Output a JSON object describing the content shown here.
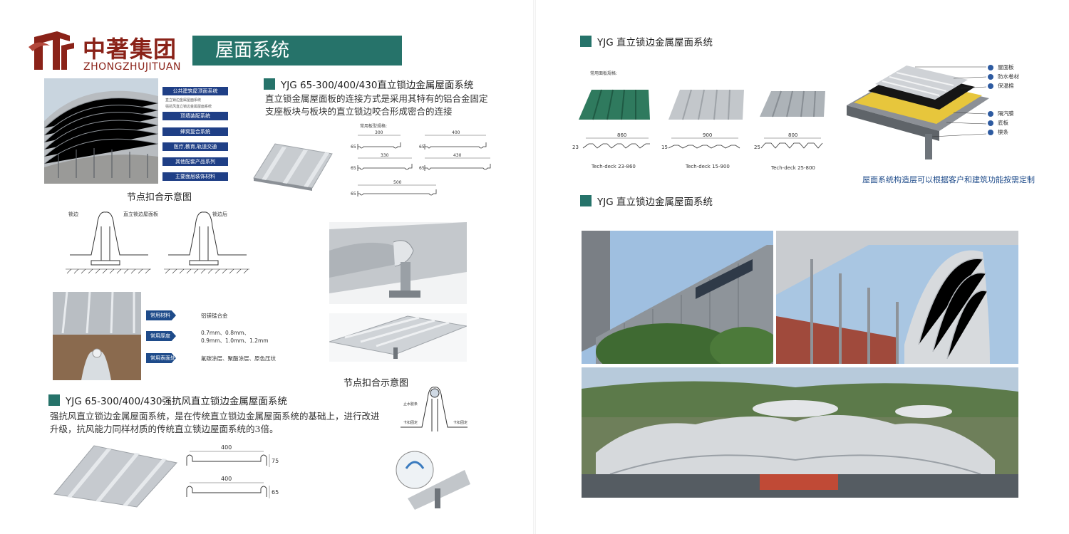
{
  "brand": {
    "name_cn": "中著集团",
    "name_en": "ZHONGZHUJITUAN"
  },
  "page_title": "屋面系统",
  "public_building_menu": {
    "items": [
      "公共建筑屋顶面系统",
      "顶墙装配系统",
      "蜂窝复合系统",
      "医疗,教育,轨道交通",
      "其他配套产品系列",
      "主要面层装饰材料"
    ],
    "sub_items": [
      "直立锁边金属屋面系统",
      "强抗风直立锁边金属屋面系统"
    ]
  },
  "section1": {
    "heading": "YJG 65-300/400/430直立锁边金属屋面系统",
    "description": "直立锁金属屋面板的连接方式是采用其特有的铝合金固定支座板块与板块的直立锁边咬合形成密合的连接",
    "profiles_label": "常用板型规格:",
    "profile_widths": [
      "300",
      "400",
      "330",
      "430",
      "500"
    ],
    "profile_height": "65"
  },
  "node_diagram1": {
    "caption": "节点扣合示意图",
    "before": "锁边",
    "after": "锁边后",
    "panel_label": "直立锁边屋面板"
  },
  "specs": [
    {
      "tag": "常用材料",
      "value": "铝镁锰合金"
    },
    {
      "tag": "常用厚度",
      "value": "0.7mm、0.8mm、0.9mm、1.0mm、1.2mm"
    },
    {
      "tag": "常用表面处理",
      "value": "氟碳涂层、聚酯涂层、原色压纹"
    }
  ],
  "node_diagram2": {
    "caption": "节点扣合示意图",
    "labels": [
      "止水胶条",
      "卡扣固定",
      "卡扣固定"
    ]
  },
  "section2": {
    "heading": "YJG 65-300/400/430强抗风直立锁边金属屋面系统",
    "description": "强抗风直立锁边金属屋面系统，是在传统直立锁边金属屋面系统的基础上，进行改进升级，抗风能力同样材质的传统直立锁边屋面系统的3倍。",
    "dims": [
      {
        "width": "400",
        "height": "75"
      },
      {
        "width": "400",
        "height": "65"
      }
    ]
  },
  "section3": {
    "heading": "YJG 直立锁边金属屋面系统",
    "profiles_label": "常用面板规格:",
    "deck_profiles": [
      {
        "name": "Tech-deck 23-860",
        "width": "860",
        "height": "23",
        "color": "#2f7a5e"
      },
      {
        "name": "Tech-deck 15-900",
        "width": "900",
        "height": "15",
        "color": "#bfc3c7"
      },
      {
        "name": "Tech-deck 25-800",
        "width": "800",
        "height": "25",
        "color": "#aab0b5"
      }
    ],
    "layers": [
      {
        "num": "1",
        "label": "屋面板"
      },
      {
        "num": "2",
        "label": "防水卷材"
      },
      {
        "num": "3",
        "label": "保温棉"
      },
      {
        "num": "4",
        "label": "隔汽膜"
      },
      {
        "num": "5",
        "label": "底板"
      },
      {
        "num": "6",
        "label": "檩条"
      }
    ],
    "note": "屋面系统构造层可以根据客户和建筑功能按需定制"
  },
  "section4": {
    "heading": "YJG 直立锁边金属屋面系统"
  },
  "colors": {
    "accent": "#26736a",
    "brand": "#8a2218",
    "menu_blue": "#1f3f86"
  }
}
